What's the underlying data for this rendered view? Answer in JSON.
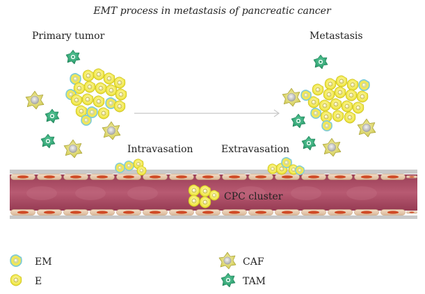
{
  "title": "EMT process in metastasis of pancreatic cancer",
  "labels": {
    "primary_tumor": "Primary tumor",
    "metastasis": "Metastasis",
    "intravasation": "Intravasation",
    "extravasation": "Extravasation",
    "cpc_cluster": "CPC cluster"
  },
  "legend": {
    "em": "EM",
    "e": "E",
    "caf": "CAF",
    "tam": "TAM"
  },
  "colors": {
    "e_cell": "#f2e94a",
    "e_cell_edge": "#c9bf1e",
    "em_cell_edge": "#8fd3dc",
    "caf_cell": "#d8d45c",
    "caf_nucleus": "#c8c8c8",
    "tam_cell": "#2fae7a",
    "tam_nucleus": "#c9f0e0",
    "vessel_lumen": "#b04c65",
    "vessel_wall": "#e7c9b0",
    "endothelial_nucleus": "#cc4422",
    "arrow": "#c8c8c8"
  }
}
